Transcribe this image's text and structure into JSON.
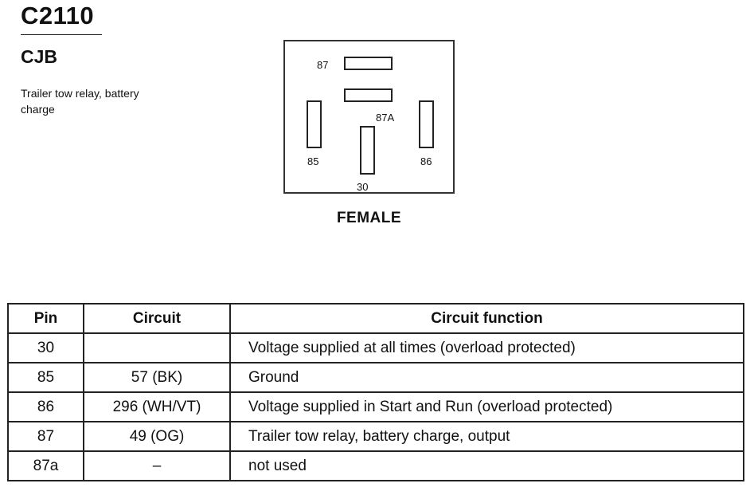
{
  "header": {
    "connector_id": "C2110",
    "location": "CJB",
    "description": "Trailer tow relay, battery charge"
  },
  "connector_view": {
    "gender": "FEMALE",
    "pins": {
      "p87": "87",
      "p87a": "87A",
      "p85": "85",
      "p86": "86",
      "p30": "30"
    }
  },
  "pin_table": {
    "headers": {
      "pin": "Pin",
      "circuit": "Circuit",
      "function": "Circuit function"
    },
    "rows": [
      {
        "pin": "30",
        "circuit": "",
        "function": "Voltage supplied at all times (overload protected)"
      },
      {
        "pin": "85",
        "circuit": "57 (BK)",
        "function": "Ground"
      },
      {
        "pin": "86",
        "circuit": "296 (WH/VT)",
        "function": "Voltage supplied in Start and Run (overload protected)"
      },
      {
        "pin": "87",
        "circuit": "49 (OG)",
        "function": "Trailer tow relay, battery charge, output"
      },
      {
        "pin": "87a",
        "circuit": "–",
        "function": "not used"
      }
    ]
  }
}
